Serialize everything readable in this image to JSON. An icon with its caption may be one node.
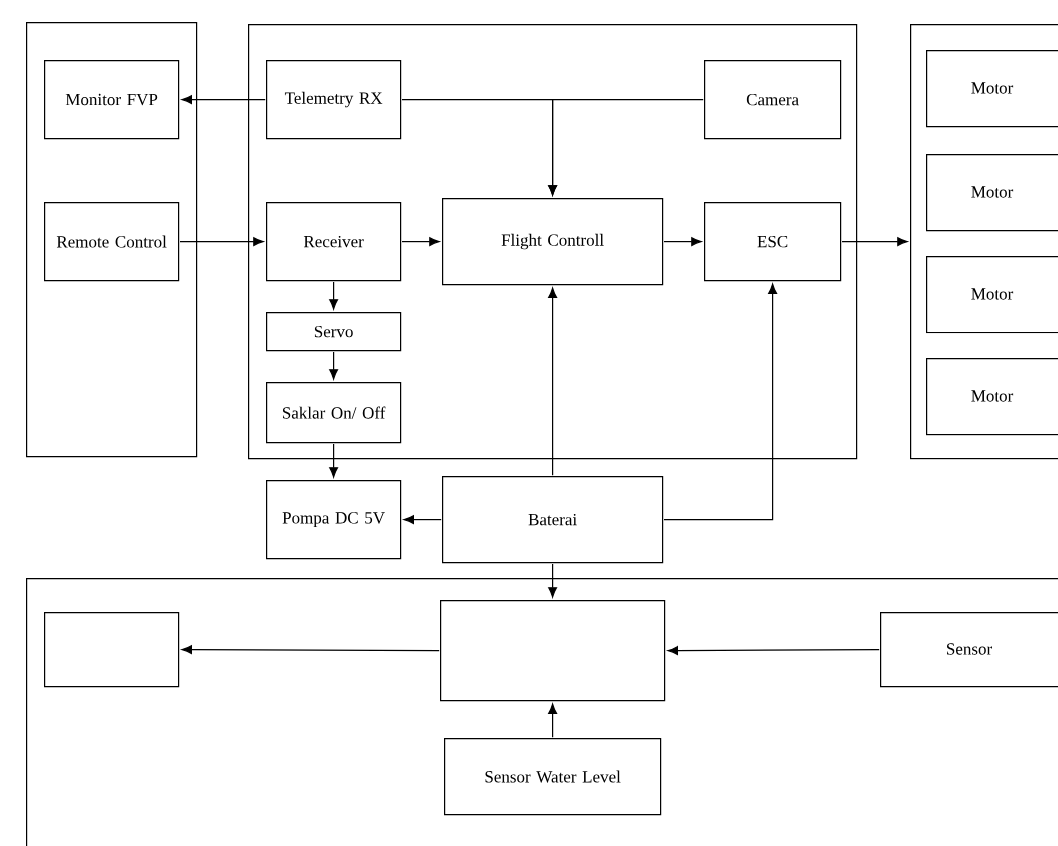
{
  "diagram": {
    "nodes": [
      {
        "text": [],
        "shape": "box"
      },
      {
        "text": [
          "Monitor FVP"
        ],
        "in": 0
      },
      {
        "text": [
          "Remote Control"
        ],
        "in": 0
      },
      {
        "text": [],
        "shape": "box"
      },
      {
        "text": [
          "Telemetry RX"
        ],
        "in": 3
      },
      {
        "text": [
          "Camera"
        ],
        "in": 3
      },
      {
        "text": [
          "Receiver"
        ],
        "in": 3
      },
      {
        "text": [
          "Flight Controll"
        ],
        "in": 3
      },
      {
        "text": [
          "ESC"
        ],
        "in": 3
      },
      {
        "text": [
          "Servo"
        ],
        "in": 3
      },
      {
        "text": [
          "Saklar On/ Off"
        ],
        "in": 3
      },
      {
        "text": [],
        "shape": "box"
      },
      {
        "text": [
          "Motor"
        ],
        "in": 11
      },
      {
        "text": [
          "Motor"
        ],
        "in": 11
      },
      {
        "text": [
          "Motor"
        ],
        "in": 11
      },
      {
        "text": [
          "Motor"
        ],
        "in": 11
      },
      {
        "text": [
          "Pompa DC 5V"
        ]
      },
      {
        "text": [
          "Baterai"
        ]
      },
      {
        "text": [],
        "shape": "box"
      },
      {
        "text": [],
        "shape": "box",
        "in": 18
      },
      {
        "text": [],
        "shape": "box",
        "in": 18
      },
      {
        "text": [
          "Sensor"
        ],
        "in": 18
      },
      {
        "text": [
          "Sensor Water Level"
        ],
        "in": 18
      }
    ],
    "edges": [
      {
        "from": 4,
        "to": 1,
        "arrow": "to"
      },
      {
        "from": 2,
        "to": 6,
        "arrow": "to"
      },
      {
        "from": 6,
        "to": 7,
        "arrow": "to"
      },
      {
        "from": 7,
        "to": 8,
        "arrow": "to"
      },
      {
        "from": 8,
        "to": 11,
        "arrow": "to"
      },
      {
        "from": 5,
        "to": 7,
        "arrow": "to"
      },
      {
        "from": 4,
        "to": 7,
        "arrow": "to"
      },
      {
        "from": 6,
        "to": 9,
        "arrow": "to"
      },
      {
        "from": 9,
        "to": 10,
        "arrow": "to"
      },
      {
        "from": 10,
        "to": 16,
        "arrow": "to"
      },
      {
        "from": 17,
        "to": 16,
        "arrow": "to"
      },
      {
        "from": 17,
        "to": 7,
        "arrow": "to"
      },
      {
        "from": 17,
        "to": 8,
        "arrow": "to"
      },
      {
        "from": 17,
        "to": 20,
        "arrow": "to"
      },
      {
        "from": 20,
        "to": 19,
        "arrow": "to"
      },
      {
        "from": 21,
        "to": 20,
        "arrow": "to"
      },
      {
        "from": 22,
        "to": 20,
        "arrow": "to"
      }
    ]
  }
}
